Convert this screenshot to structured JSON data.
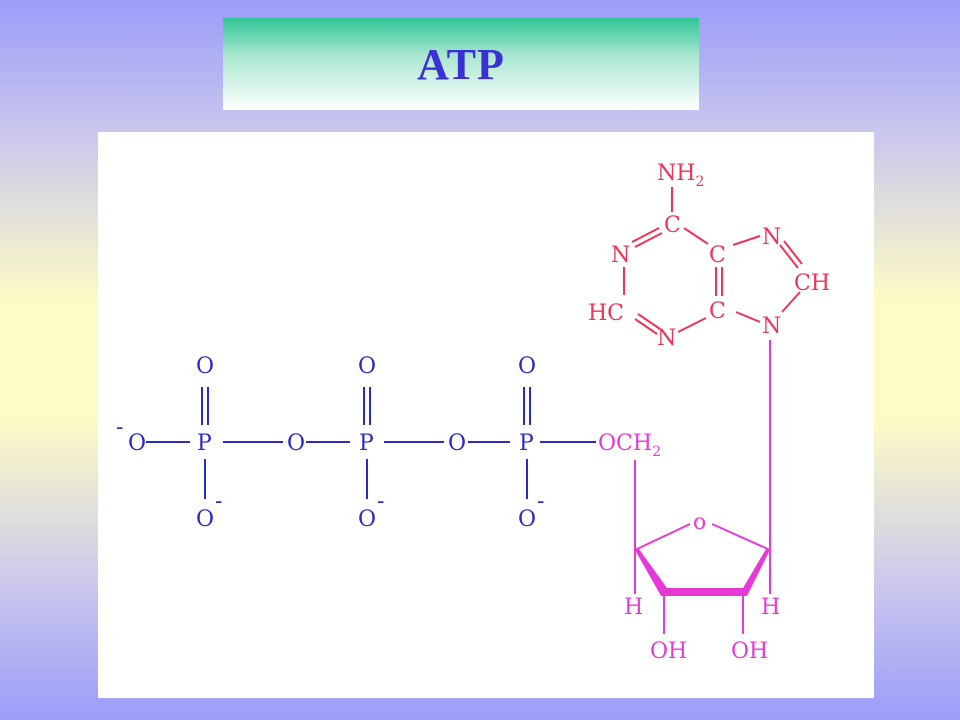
{
  "title": "ATP",
  "labels": {
    "phosphate_o_minus_left": "O",
    "minus_sign": "-",
    "p": "P",
    "o": "O",
    "och": "OCH",
    "two": "2",
    "nh": "NH",
    "c": "C",
    "n": "N",
    "ch": "CH",
    "hc": "HC",
    "h": "H",
    "oh": "OH",
    "ring_o": "o"
  },
  "colors": {
    "phosphate": "#2b29c9",
    "adenine": "#ee3355",
    "ribose": "#e63ad6"
  }
}
